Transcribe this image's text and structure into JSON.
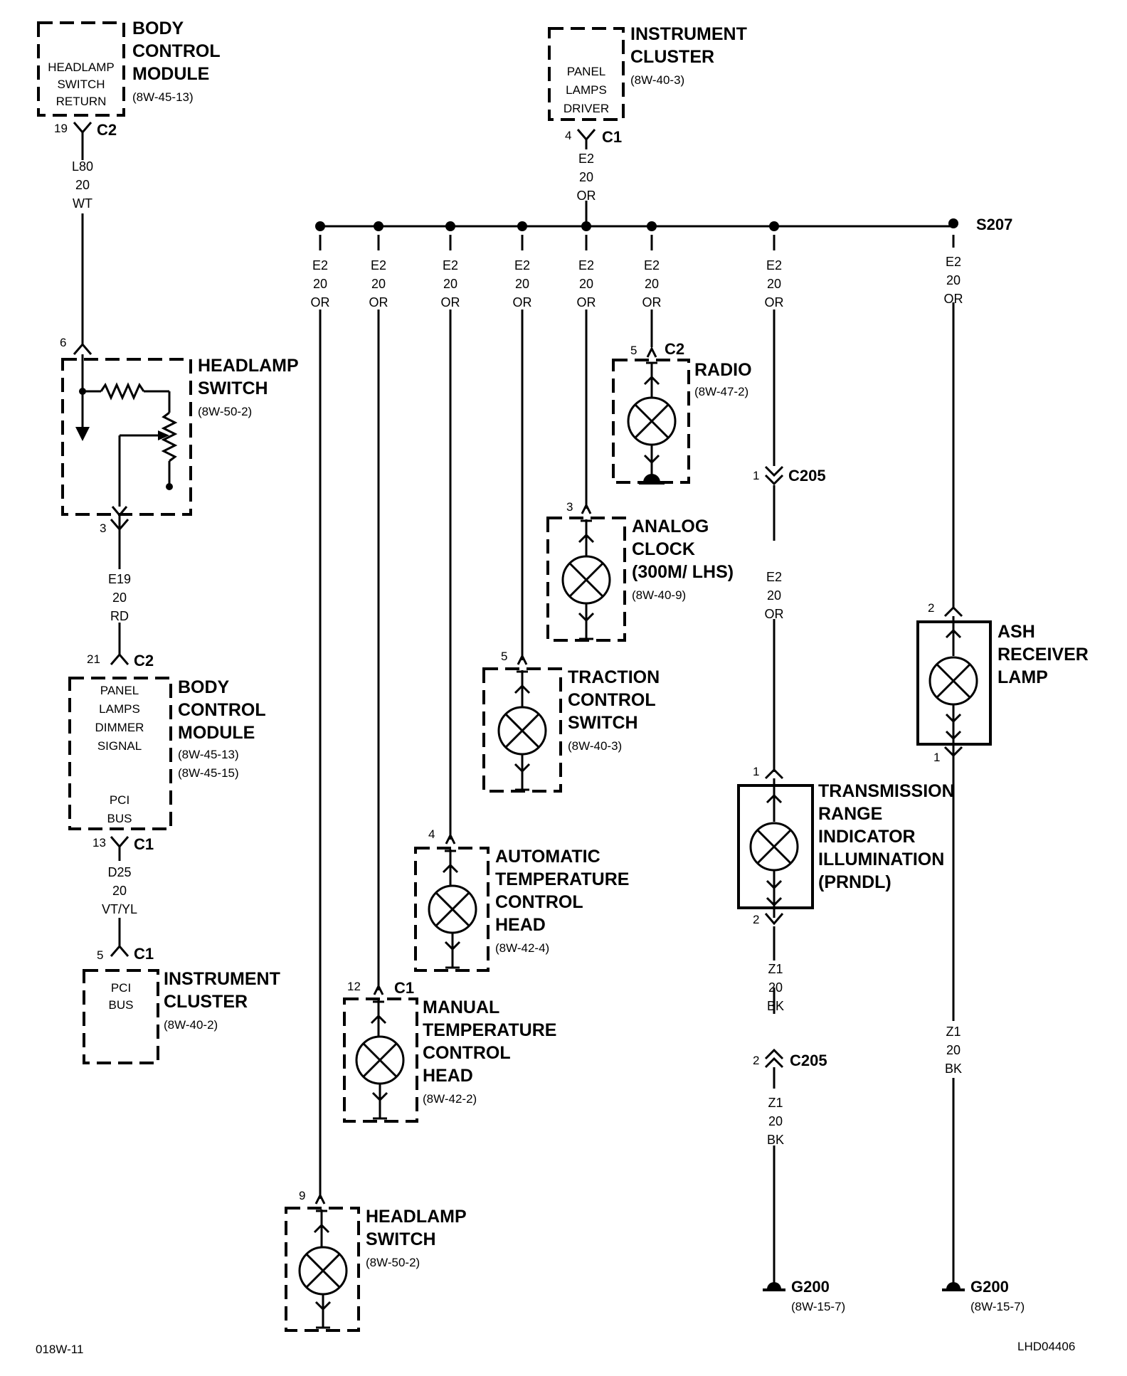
{
  "components": {
    "bcm_top": {
      "title": [
        "BODY",
        "CONTROL",
        "MODULE"
      ],
      "ref": [
        "(8W-45-13)"
      ],
      "inner": [
        "HEADLAMP",
        "SWITCH",
        "RETURN"
      ],
      "pin": "19",
      "connector": "C2"
    },
    "ic_top": {
      "title": [
        "INSTRUMENT",
        "CLUSTER"
      ],
      "ref": [
        "(8W-40-3)"
      ],
      "inner": [
        "PANEL",
        "LAMPS",
        "DRIVER"
      ],
      "pin": "4",
      "connector": "C1"
    },
    "headlamp_switch_top": {
      "title": [
        "HEADLAMP",
        "SWITCH"
      ],
      "ref": [
        "(8W-50-2)"
      ],
      "pin_in": "6",
      "pin_out": "3"
    },
    "bcm_mid": {
      "title": [
        "BODY",
        "CONTROL",
        "MODULE"
      ],
      "ref": [
        "(8W-45-13)",
        "(8W-45-15)"
      ],
      "inner_top": [
        "PANEL",
        "LAMPS",
        "DIMMER",
        "SIGNAL"
      ],
      "inner_bottom": [
        "PCI",
        "BUS"
      ],
      "pin_in": "21",
      "connector_in": "C2",
      "pin_out": "13",
      "connector_out": "C1"
    },
    "ic_bottom": {
      "title": [
        "INSTRUMENT",
        "CLUSTER"
      ],
      "ref": [
        "(8W-40-2)"
      ],
      "inner": [
        "PCI",
        "BUS"
      ],
      "pin": "5",
      "connector": "C1"
    },
    "radio": {
      "title": [
        "RADIO"
      ],
      "ref": [
        "(8W-47-2)"
      ],
      "pin": "5",
      "connector": "C2"
    },
    "analog_clock": {
      "title": [
        "ANALOG",
        "CLOCK",
        "(300M/ LHS)"
      ],
      "ref": [
        "(8W-40-9)"
      ],
      "pin": "3"
    },
    "traction_control": {
      "title": [
        "TRACTION",
        "CONTROL",
        "SWITCH"
      ],
      "ref": [
        "(8W-40-3)"
      ],
      "pin": "5"
    },
    "auto_temp": {
      "title": [
        "AUTOMATIC",
        "TEMPERATURE",
        "CONTROL",
        "HEAD"
      ],
      "ref": [
        "(8W-42-4)"
      ],
      "pin": "4"
    },
    "manual_temp": {
      "title": [
        "MANUAL",
        "TEMPERATURE",
        "CONTROL",
        "HEAD"
      ],
      "ref": [
        "(8W-42-2)"
      ],
      "pin": "12",
      "connector": "C1"
    },
    "headlamp_switch_bottom": {
      "title": [
        "HEADLAMP",
        "SWITCH"
      ],
      "ref": [
        "(8W-50-2)"
      ],
      "pin": "9"
    },
    "prndl": {
      "title": [
        "TRANSMISSION",
        "RANGE",
        "INDICATOR",
        "ILLUMINATION",
        "(PRNDL)"
      ],
      "pin_in": "1",
      "pin_out": "2"
    },
    "ash_lamp": {
      "title": [
        "ASH",
        "RECEIVER",
        "LAMP"
      ],
      "pin_in": "2",
      "pin_out": "1"
    }
  },
  "wires": {
    "l80": [
      "L80",
      "20",
      "WT"
    ],
    "e19": [
      "E19",
      "20",
      "RD"
    ],
    "d25": [
      "D25",
      "20",
      "VT/YL"
    ],
    "e2": [
      "E2",
      "20",
      "OR"
    ],
    "z1": [
      "Z1",
      "20",
      "BK"
    ]
  },
  "splice": "S207",
  "c205": {
    "label": "C205",
    "pin_top": "1",
    "pin_bottom": "2"
  },
  "grounds": [
    {
      "label": "G200",
      "ref": "(8W-15-7)"
    },
    {
      "label": "G200",
      "ref": "(8W-15-7)"
    }
  ],
  "footer": {
    "left": "018W-11",
    "right": "LHD04406"
  }
}
